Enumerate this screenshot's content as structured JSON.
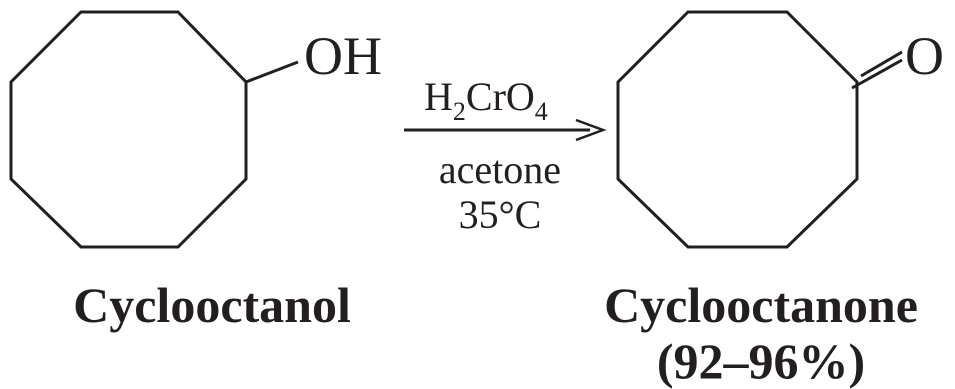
{
  "reactant": {
    "substituent": "OH",
    "name": "Cyclooctanol"
  },
  "reaction": {
    "reagent_main": "H",
    "reagent_sub1": "2",
    "reagent_mid": "CrO",
    "reagent_sub2": "4",
    "solvent": "acetone",
    "temperature": "35°C"
  },
  "product": {
    "substituent": "O",
    "name": "Cyclooctanone",
    "yield": "(92–96%)"
  }
}
